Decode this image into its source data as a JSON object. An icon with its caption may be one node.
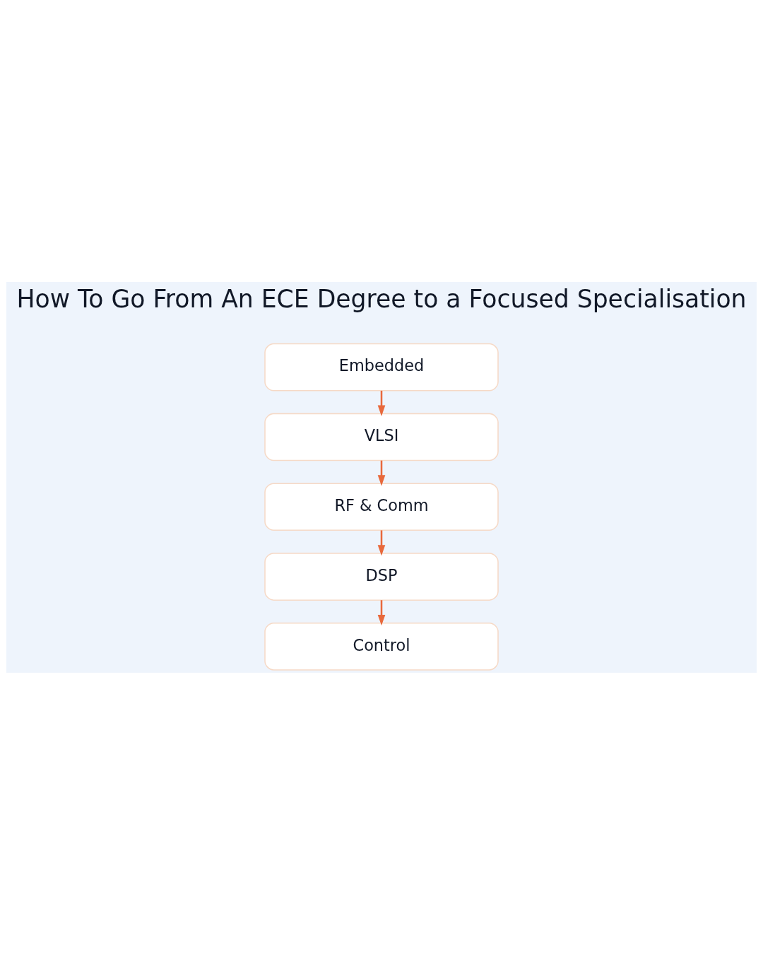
{
  "diagram": {
    "title": "How To Go From An ECE Degree to a Focused Specialisation",
    "nodes": [
      {
        "text": [
          "Embedded"
        ]
      },
      {
        "text": [
          "VLSI"
        ]
      },
      {
        "text": [
          "RF & Comm"
        ]
      },
      {
        "text": [
          "DSP"
        ]
      },
      {
        "text": [
          "Control"
        ]
      }
    ],
    "edges": [
      {
        "from": 0,
        "to": 1,
        "arrow": "to"
      },
      {
        "from": 1,
        "to": 2,
        "arrow": "to"
      },
      {
        "from": 2,
        "to": 3,
        "arrow": "to"
      },
      {
        "from": 3,
        "to": 4,
        "arrow": "to"
      }
    ]
  }
}
